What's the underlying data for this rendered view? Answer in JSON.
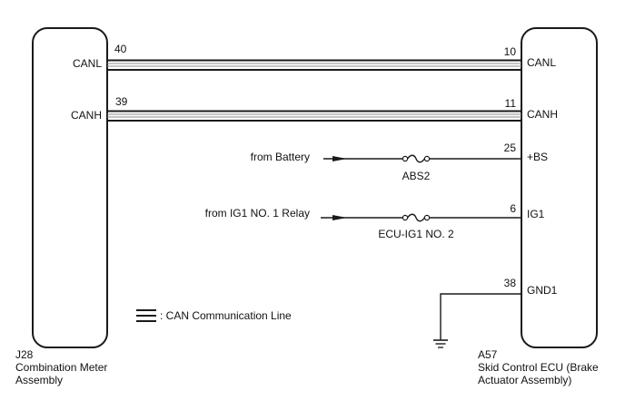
{
  "diagram": {
    "type": "wiring-diagram",
    "components": {
      "left": {
        "code": "J28",
        "name_line1": "Combination Meter",
        "name_line2": "Assembly",
        "pins": [
          {
            "number": "40",
            "name": "CANL"
          },
          {
            "number": "39",
            "name": "CANH"
          }
        ]
      },
      "right": {
        "code": "A57",
        "name_line1": "Skid Control ECU (Brake",
        "name_line2": "Actuator Assembly)",
        "pins": [
          {
            "number": "10",
            "name": "CANL"
          },
          {
            "number": "11",
            "name": "CANH"
          },
          {
            "number": "25",
            "name": "+BS"
          },
          {
            "number": "6",
            "name": "IG1"
          },
          {
            "number": "38",
            "name": "GND1"
          }
        ]
      }
    },
    "sources": [
      {
        "label": "from Battery",
        "fuse": "ABS2"
      },
      {
        "label": "from IG1 NO. 1 Relay",
        "fuse": "ECU-IG1 NO. 2"
      }
    ],
    "legend": {
      "symbol": "can-line-symbol",
      "text": ": CAN Communication Line"
    },
    "colors": {
      "line": "#1a1a1a",
      "can_inner": "#7a7a7a"
    }
  }
}
